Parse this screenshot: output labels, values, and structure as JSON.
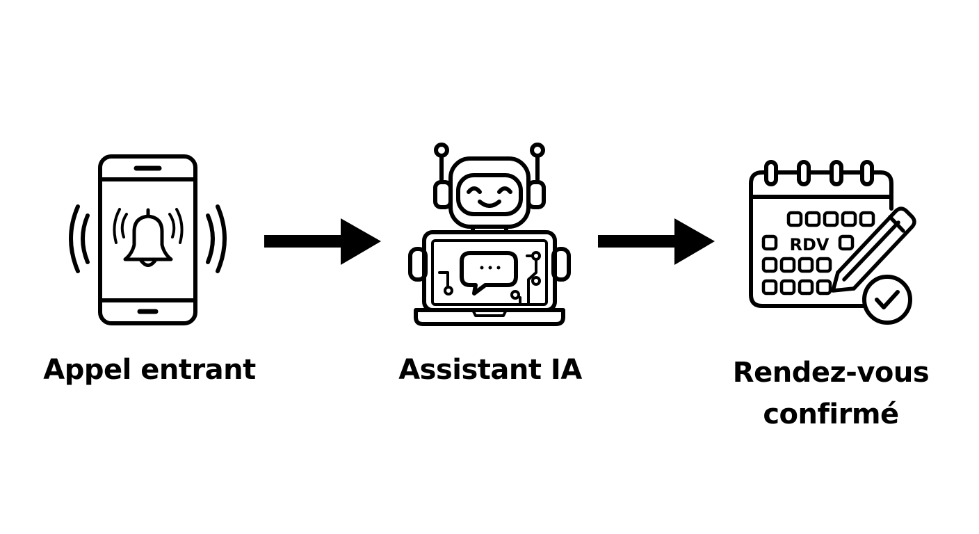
{
  "colors": {
    "stroke": "#000000",
    "background": "#ffffff"
  },
  "steps": [
    {
      "icon": "ringing-phone-icon",
      "label_lines": [
        "Appel entrant"
      ]
    },
    {
      "icon": "robot-assistant-icon",
      "label_lines": [
        "Assistant IA"
      ]
    },
    {
      "icon": "calendar-confirmed-icon",
      "label_lines": [
        "Rendez-vous",
        "confirmé"
      ],
      "calendar_text": "RDV"
    }
  ],
  "connectors": [
    {
      "from": 0,
      "to": 1,
      "icon": "arrow-right-icon"
    },
    {
      "from": 1,
      "to": 2,
      "icon": "arrow-right-icon"
    }
  ]
}
